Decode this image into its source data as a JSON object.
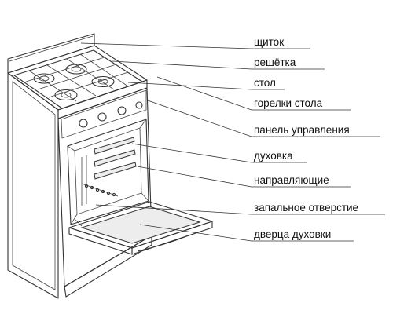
{
  "labels": [
    {
      "id": "shield",
      "text": "щиток"
    },
    {
      "id": "grate",
      "text": "решётка"
    },
    {
      "id": "table",
      "text": "стол"
    },
    {
      "id": "burners",
      "text": "горелки стола"
    },
    {
      "id": "control_panel",
      "text": "панель управления"
    },
    {
      "id": "oven",
      "text": "духовка"
    },
    {
      "id": "guides",
      "text": "направляющие"
    },
    {
      "id": "ignition_hole",
      "text": "запальное отверстие"
    },
    {
      "id": "oven_door",
      "text": "дверца духовки"
    }
  ]
}
